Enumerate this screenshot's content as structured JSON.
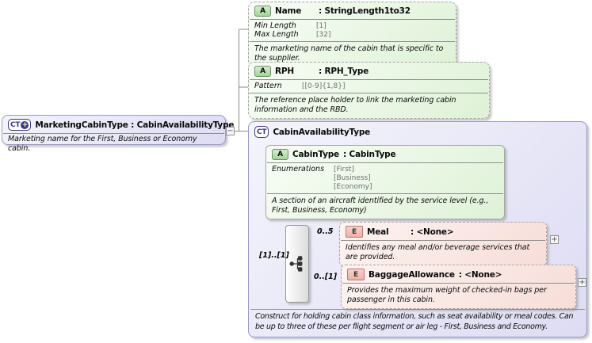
{
  "diagram": {
    "collapse_glyph": "−",
    "expand_glyph": "+",
    "colors": {
      "lavender_border": "#9a9ac8",
      "green_fill": "#def2d7",
      "pink_fill": "#f7ddd8",
      "badge_navy": "#3a3a7e",
      "badge_green": "#a3d59b",
      "badge_pink": "#eeb1a8",
      "connector_gray": "#8a8a8a"
    },
    "root": {
      "badge": "CT",
      "badge_plus": "+",
      "title": "MarketingCabinType : CabinAvailabilityType",
      "annotation": "Marketing name for the First, Business or Economy cabin."
    },
    "attributes": [
      {
        "badge": "A",
        "name": "Name",
        "type_label": ": StringLength1to32",
        "facets": [
          {
            "label": "Min Length",
            "value": "[1]"
          },
          {
            "label": "Max Length",
            "value": "[32]"
          }
        ],
        "annotation": "The marketing name of the cabin that is specific to the supplier."
      },
      {
        "badge": "A",
        "name": "RPH",
        "type_label": ": RPH_Type",
        "facets": [
          {
            "label": "Pattern",
            "value": "[[0-9]{1,8}]"
          }
        ],
        "annotation": "The reference place holder to link the marketing cabin information and the RBD."
      }
    ],
    "complex_type": {
      "badge": "CT",
      "title": "CabinAvailabilityType",
      "attribute": {
        "badge": "A",
        "name": "CabinType",
        "type_label": ": CabinType",
        "facet_label": "Enumerations",
        "facet_values": [
          "[First]",
          "[Business]",
          "[Economy]"
        ],
        "annotation": "A section of an aircraft identified by the service level (e.g., First, Business, Economy)"
      },
      "sequence_cardinality": "[1]..[1]",
      "elements": [
        {
          "badge": "E",
          "name": "Meal",
          "type_label": ": <None>",
          "cardinality": "0..5",
          "annotation": "Identifies any meal and/or beverage services that are provided."
        },
        {
          "badge": "E",
          "name": "BaggageAllowance",
          "type_label": ": <None>",
          "cardinality": "0..[1]",
          "annotation": "Provides the maximum weight of checked-in bags per passenger in this cabin."
        }
      ],
      "annotation": "Construct for holding cabin class information, such as seat availability or meal codes. Can be up to three of these per flight segment or air leg - First, Business and Economy."
    }
  }
}
